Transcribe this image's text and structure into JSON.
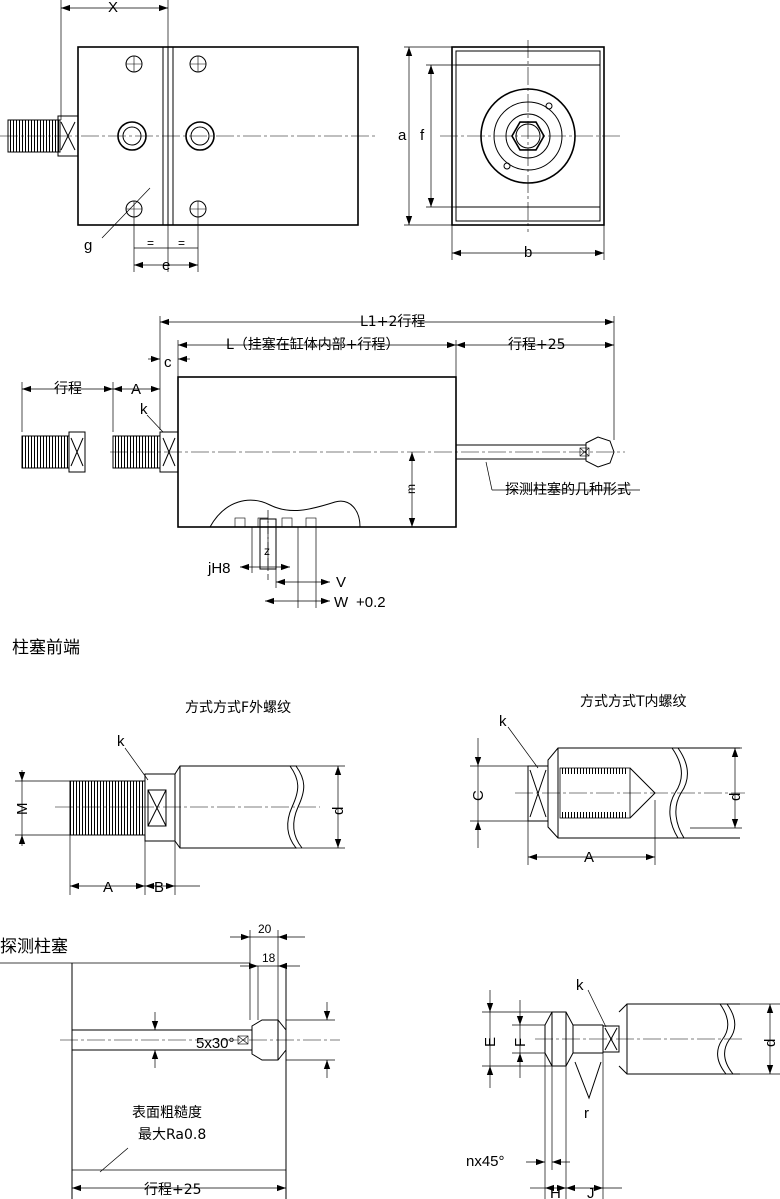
{
  "dims": {
    "X": "X",
    "a": "a",
    "f": "f",
    "g": "g",
    "e": "e",
    "b": "b",
    "eq": "=",
    "L1": "L1+2行程",
    "L": "L（挂塞在缸体内部+行程）",
    "stroke25": "行程+25",
    "c": "c",
    "stroke": "行程",
    "A": "A",
    "k": "k",
    "m": "m",
    "z": "z",
    "jH8": "jH8",
    "V": "V",
    "W": "W",
    "tol": "+0.2",
    "M": "M",
    "B": "B",
    "C": "C",
    "d": "d",
    "n20": "20",
    "n18": "18",
    "chamfer": "5x30°",
    "E": "E",
    "F": "F",
    "r": "r",
    "nx45": "nx45°",
    "H": "H",
    "J": "J"
  },
  "callouts": {
    "probe_forms": "探测柱塞的几种形式"
  },
  "sections": {
    "plunger_front": "柱塞前端",
    "type_f": "方式方式F外螺纹",
    "type_t": "方式方式T内螺纹",
    "probe_plunger": "探测柱塞"
  },
  "notes": {
    "roughness_1": "表面粗糙度",
    "roughness_2": "最大Ra0.8"
  }
}
